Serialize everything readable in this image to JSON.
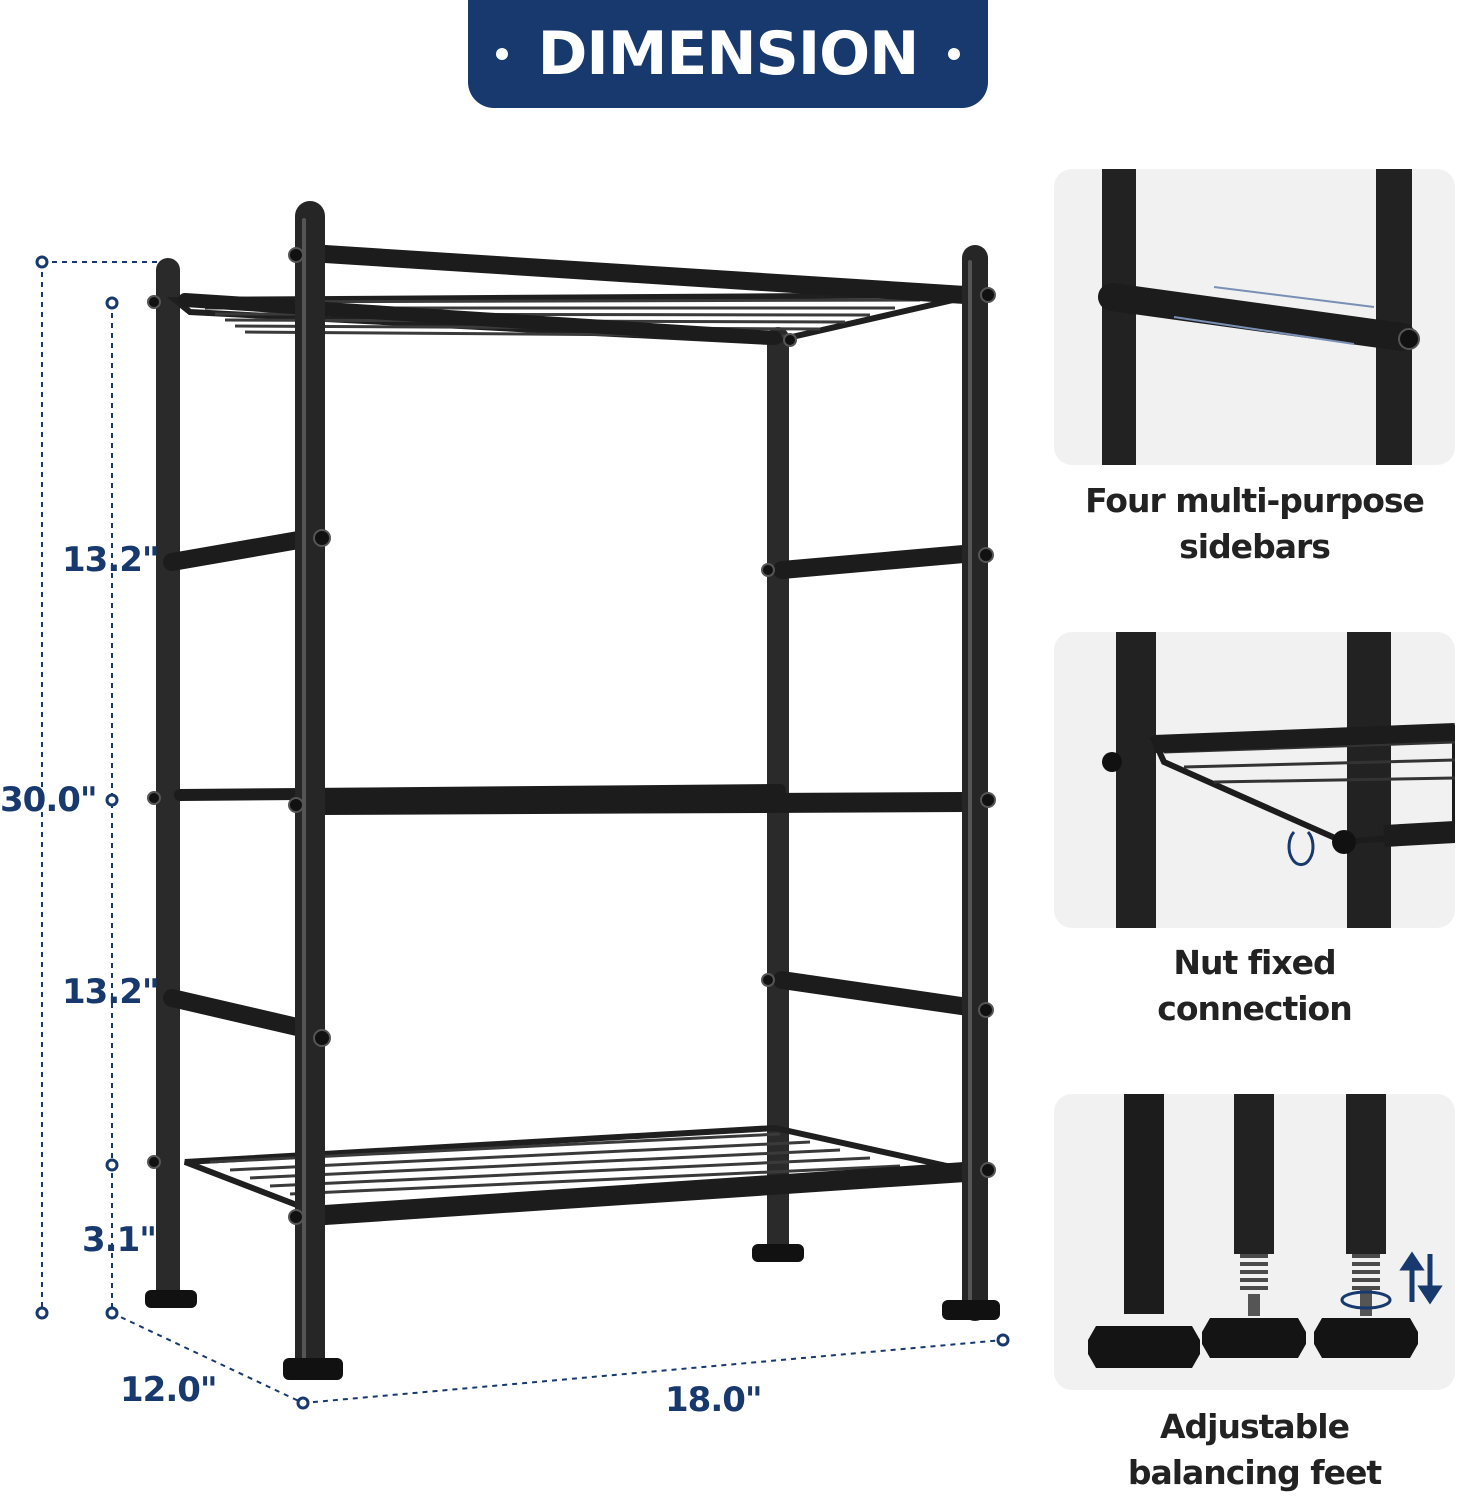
{
  "banner": {
    "title": "DIMENSION"
  },
  "dimensions": {
    "total_height": "30.0\"",
    "upper_gap": "13.2\"",
    "lower_gap": "13.2\"",
    "foot_height": "3.1\"",
    "depth": "12.0\"",
    "width": "18.0\""
  },
  "features": [
    {
      "line1": "Four multi-purpose",
      "line2": "sidebars",
      "icon": "sidebar-closeup-image"
    },
    {
      "line1": "Nut fixed",
      "line2": "connection",
      "icon": "nut-connection-closeup-image"
    },
    {
      "line1": "Adjustable",
      "line2": "balancing feet",
      "icon": "adjustable-feet-closeup-image"
    }
  ],
  "colors": {
    "accent": "#17396e",
    "frame": "#1f1f1f",
    "card_bg": "#f1f1f1"
  }
}
